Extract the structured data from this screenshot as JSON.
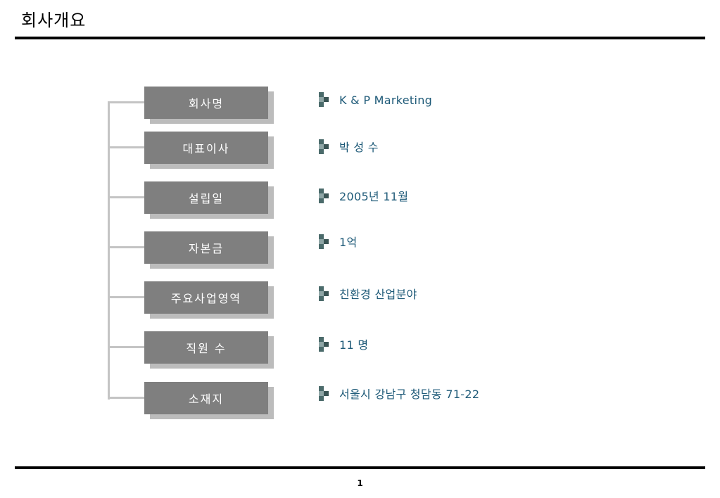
{
  "page": {
    "title": "회사개요",
    "page_number": "1"
  },
  "overview": {
    "items": [
      {
        "label": "회사명",
        "value": "K & P Marketing"
      },
      {
        "label": "대표이사",
        "value": "박 성 수"
      },
      {
        "label": "설립일",
        "value": "2005년 11월"
      },
      {
        "label": "자본금",
        "value": "1억"
      },
      {
        "label": "주요사업영역",
        "value": "친환경 산업분야"
      },
      {
        "label": "직원 수",
        "value": "11 명"
      },
      {
        "label": "소재지",
        "value": "서울시 강남구 청담동 71-22"
      }
    ]
  },
  "colors": {
    "label_box": "#7f7f7f",
    "label_shadow": "#bcbcbc",
    "connector": "#c4c4c4",
    "value_text": "#1e5a78",
    "bullet": "#4b6b6b"
  },
  "icons": {
    "bullet": "square-cluster-bullet-icon"
  }
}
